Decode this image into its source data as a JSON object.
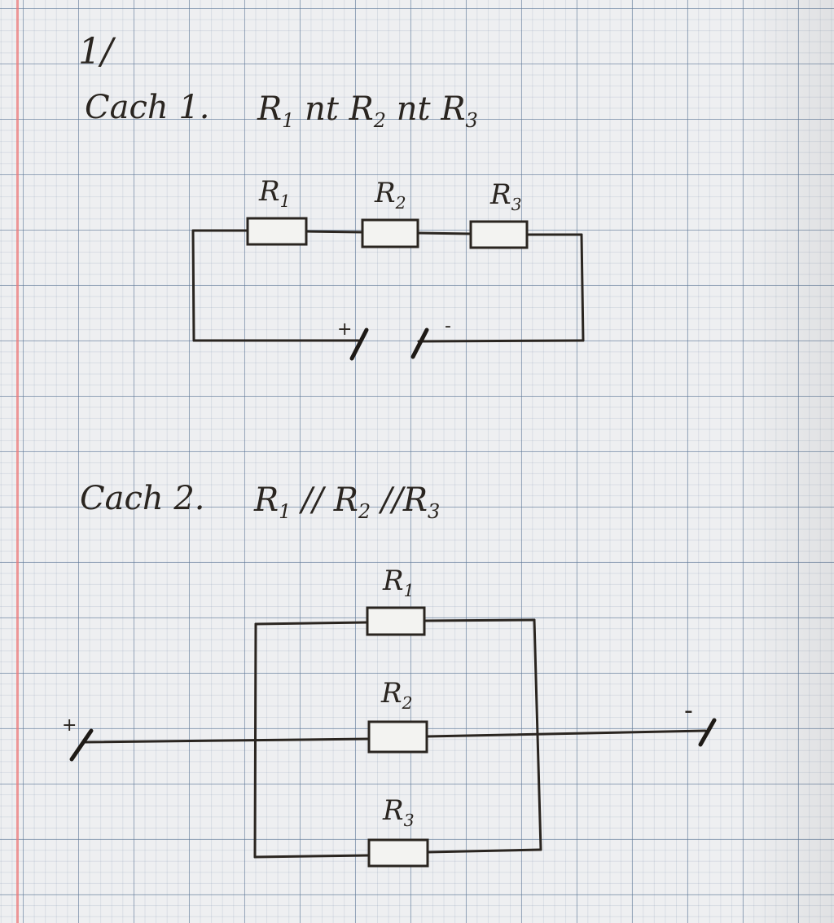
{
  "problem_number": "1/",
  "method1": {
    "heading": "Cach 1.",
    "formula": {
      "r1": "R",
      "r1_sub": "1",
      "op1": " nt ",
      "r2": "R",
      "r2_sub": "2",
      "op2": " nt ",
      "r3": "R",
      "r3_sub": "3"
    },
    "resistors": [
      {
        "name": "R",
        "sub": "1"
      },
      {
        "name": "R",
        "sub": "2"
      },
      {
        "name": "R",
        "sub": "3"
      }
    ],
    "plus": "+",
    "minus": "-"
  },
  "method2": {
    "heading": "Cach 2.",
    "formula": {
      "r1": "R",
      "r1_sub": "1",
      "op1": " // ",
      "r2": "R",
      "r2_sub": "2",
      "op2": " //",
      "r3": "R",
      "r3_sub": "3"
    },
    "resistors": [
      {
        "name": "R",
        "sub": "1"
      },
      {
        "name": "R",
        "sub": "2"
      },
      {
        "name": "R",
        "sub": "3"
      }
    ],
    "plus": "+",
    "minus": "-"
  },
  "colors": {
    "ink": "#2a2520",
    "paper": "#eeeff1",
    "grid": "#5c7696",
    "margin": "#ec7878"
  }
}
